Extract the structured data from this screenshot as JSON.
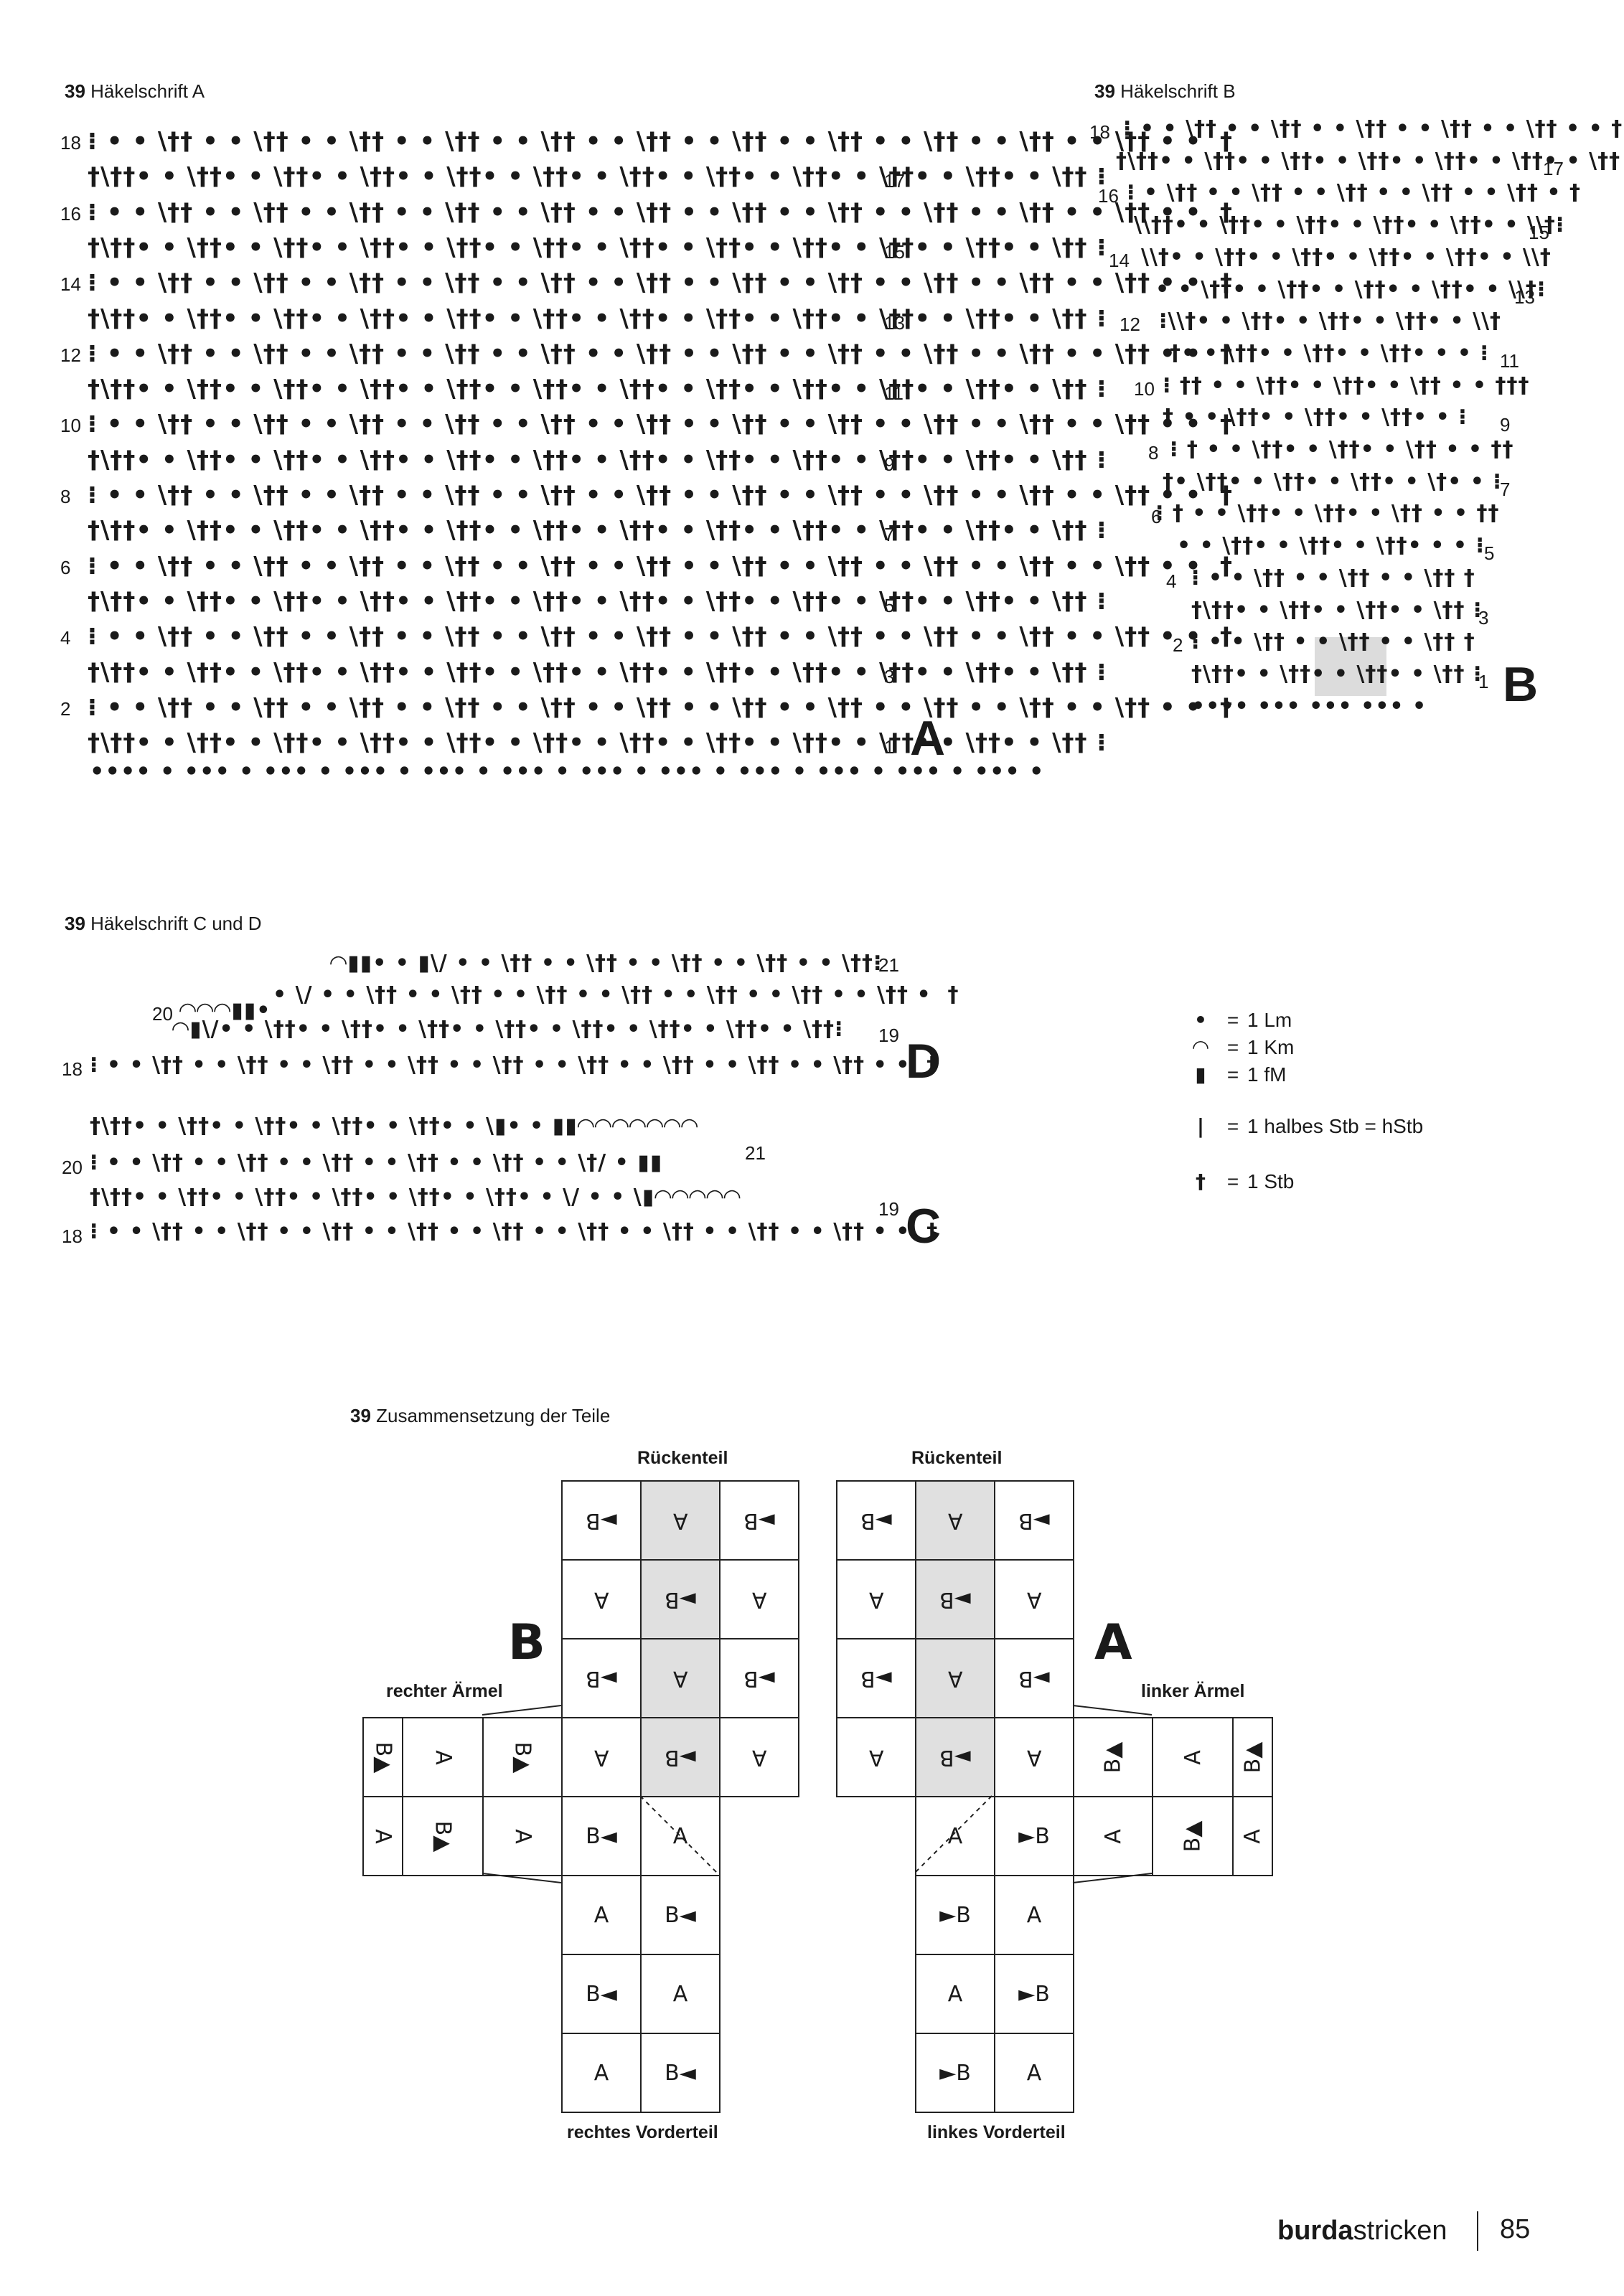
{
  "chartA": {
    "number": "39",
    "title": "Häkelschrift A",
    "letter": "A",
    "left_row_numbers": [
      "18",
      "16",
      "14",
      "12",
      "10",
      "8",
      "6",
      "4",
      "2"
    ],
    "right_row_numbers": [
      "17",
      "15",
      "13",
      "11",
      "9",
      "7",
      "5",
      "3",
      "1"
    ],
    "even_row_pattern": "⁝ • • \\†† • • \\†† • • \\†† • • \\†† • • \\†† • • \\†† • • \\†† • • \\†† • • \\†† • • \\†† • • \\†† • •  †",
    "odd_row_pattern": "†\\††• • \\††• • \\††• • \\††• • \\††• • \\††• • \\††• • \\††• • \\††• • \\††• • \\††• • \\†† ⁝",
    "base_row_pattern": "•••• • ••• • ••• • ••• • ••• • ••• • ••• • ••• • ••• • ••• • ••• • ••• •"
  },
  "chartB": {
    "number": "39",
    "title": "Häkelschrift B",
    "letter": "B",
    "left_row_numbers": [
      "18",
      "16",
      "14",
      "12",
      "10",
      "8",
      "6",
      "4",
      "2"
    ],
    "right_row_numbers": [
      "17",
      "15",
      "13",
      "11",
      "9",
      "7",
      "5",
      "3",
      "1"
    ],
    "rows": [
      "⁝ • • \\†† • • \\†† • • \\†† • • \\†† • • \\†† • • †",
      "†\\††• • \\††• • \\††• • \\††• • \\††• • \\††• • \\†† ⁝",
      "⁝ • \\†† • • \\†† • • \\†† • • \\†† • • \\†† • †",
      "\\\\††• • \\††• • \\††• • \\††• • \\††• • \\\\†⁝",
      "\\\\†• • \\††• • \\††• • \\††• • \\††• • \\\\†",
      "• • \\††• • \\††• • \\††• • \\††• • \\\\†⁝",
      "⁝\\\\†• • \\††• • \\††• • \\††• • \\\\†",
      "†• • \\††• • \\††• • \\††• • • ⁝",
      "⁝ †† • • \\††• • \\††• • \\†† • • †††",
      "† • • \\††• • \\††• • \\††• • ⁝",
      "⁝ † • • \\††• • \\††• • \\†† • • ††",
      "†• \\††• • \\††• • \\††• • \\†• • ⁝",
      "⁝ † • • \\††• • \\††• • \\†† • • ††",
      "• • \\††• • \\††• • \\††• • • ⁝",
      "⁝ • • \\†† • • \\†† • • \\†† †",
      "†\\††• • \\††• • \\††• • \\†† ⁝",
      "⁝ • • \\†† • • \\†† • • \\†† †",
      "†\\††• • \\††• • \\††• • \\†† ⁝",
      "•••• ••• ••• ••• •"
    ]
  },
  "chartCD": {
    "number": "39",
    "title": "Häkelschrift C und D",
    "letter_d": "D",
    "letter_c": "C",
    "d_row21": "◠▮▮• • ▮\\/ • • \\†† • • \\†† • • \\†† • • \\†† • • \\††⁝",
    "d_row20_prefix": "◠◠◠▮▮•",
    "d_row20": "• \\/ • • \\†† • • \\†† • • \\†† • • \\†† • • \\†† • • \\†† • • \\†† •  †",
    "d_row19": "◠▮\\/• • \\††• • \\††• • \\††• • \\††• • \\††• • \\††• • \\††• • \\††⁝",
    "d_row18": "⁝ • • \\†† • • \\†† • • \\†† • • \\†† • • \\†† • • \\†† • • \\†† • • \\†† • • \\†† • •  †",
    "c_row21": "†\\††• • \\††• • \\††• • \\††• • \\††• • \\▮• • ▮▮◠◠◠◠◠◠◠",
    "c_row20": "⁝ • • \\†† • • \\†† • • \\†† • • \\†† • • \\†† • • \\†/ • ▮▮",
    "c_row19": "†\\††• • \\††• • \\††• • \\††• • \\††• • \\††• • \\/ • • \\▮◠◠◠◠◠",
    "c_row18": "⁝ • • \\†† • • \\†† • • \\†† • • \\†† • • \\†† • • \\†† • • \\†† • • \\†† • • \\†† • •  †",
    "row_numbers": {
      "d21": "21",
      "d20": "20",
      "d19": "19",
      "d18": "18",
      "c21": "21",
      "c20": "20",
      "c19": "19",
      "c18": "18"
    }
  },
  "legend": [
    {
      "symbol": "•",
      "text": "1 Lm"
    },
    {
      "symbol": "◠",
      "text": "1 Km"
    },
    {
      "symbol": "▮",
      "text": "1 fM"
    },
    {
      "symbol": "|",
      "text": "1 halbes Stb = hStb"
    },
    {
      "symbol": "†",
      "text": "1 Stb"
    }
  ],
  "assembly": {
    "number": "39",
    "title": "Zusammensetzung der Teile",
    "labels": {
      "back_left": "Rückenteil",
      "back_right": "Rückenteil",
      "right_sleeve": "rechter Ärmel",
      "left_sleeve": "linker Ärmel",
      "right_front": "rechtes Vorderteil",
      "left_front": "linkes Vorderteil",
      "big_b": "B",
      "big_a": "A"
    },
    "A": "A",
    "B": "B"
  },
  "footer": {
    "brand_bold": "burda",
    "brand_light": "stricken",
    "page": "85"
  }
}
